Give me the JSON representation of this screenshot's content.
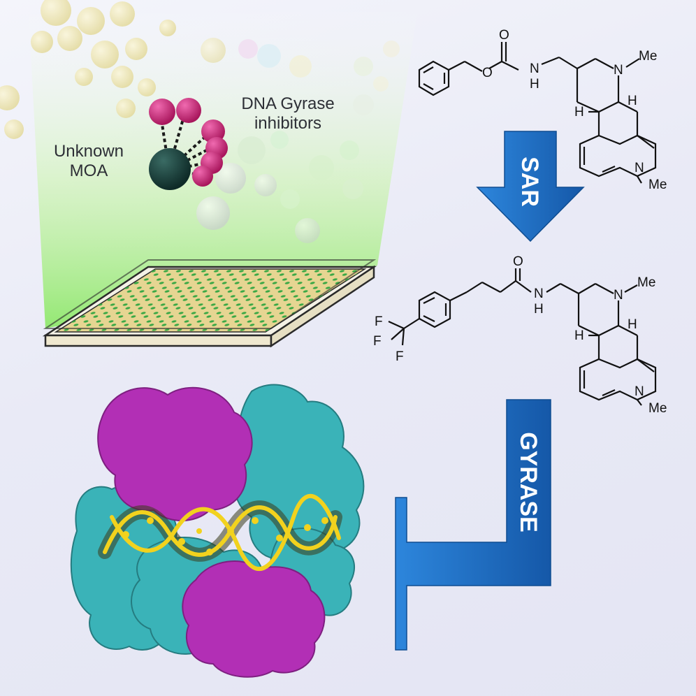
{
  "labels": {
    "unknown_moa_line1": "Unknown",
    "unknown_moa_line2": "MOA",
    "dna_gyrase_line1": "DNA Gyrase",
    "dna_gyrase_line2": "inhibitors"
  },
  "arrows": {
    "sar": "SAR",
    "gyrase": "GYRASE"
  },
  "atoms": {
    "top_o": "O",
    "top_o_ester": "O",
    "top_n": "N",
    "top_h": "H",
    "top_nme": "N",
    "top_me1": "Me",
    "top_h_ring": "H",
    "top_h_left": "H",
    "top_n_indole": "N",
    "top_me2": "Me",
    "bot_o": "O",
    "bot_n": "N",
    "bot_h": "H",
    "bot_nme": "N",
    "bot_me1": "Me",
    "bot_h_ring": "H",
    "bot_h_left": "H",
    "bot_n_indole": "N",
    "bot_me2": "Me",
    "f1": "F",
    "f2": "F",
    "f3": "F"
  },
  "colors": {
    "arrow_blue": "#1f6fc4",
    "protein_magenta": "#b22fb5",
    "protein_cyan": "#3ab3b8",
    "dna_yellow": "#f2d21e",
    "plate_agar": "#e6d592",
    "colony_green": "#3aa845",
    "spotlight_green": "#9ef07a",
    "compound_magenta": "#c2206f",
    "target_dark": "#163c37"
  }
}
